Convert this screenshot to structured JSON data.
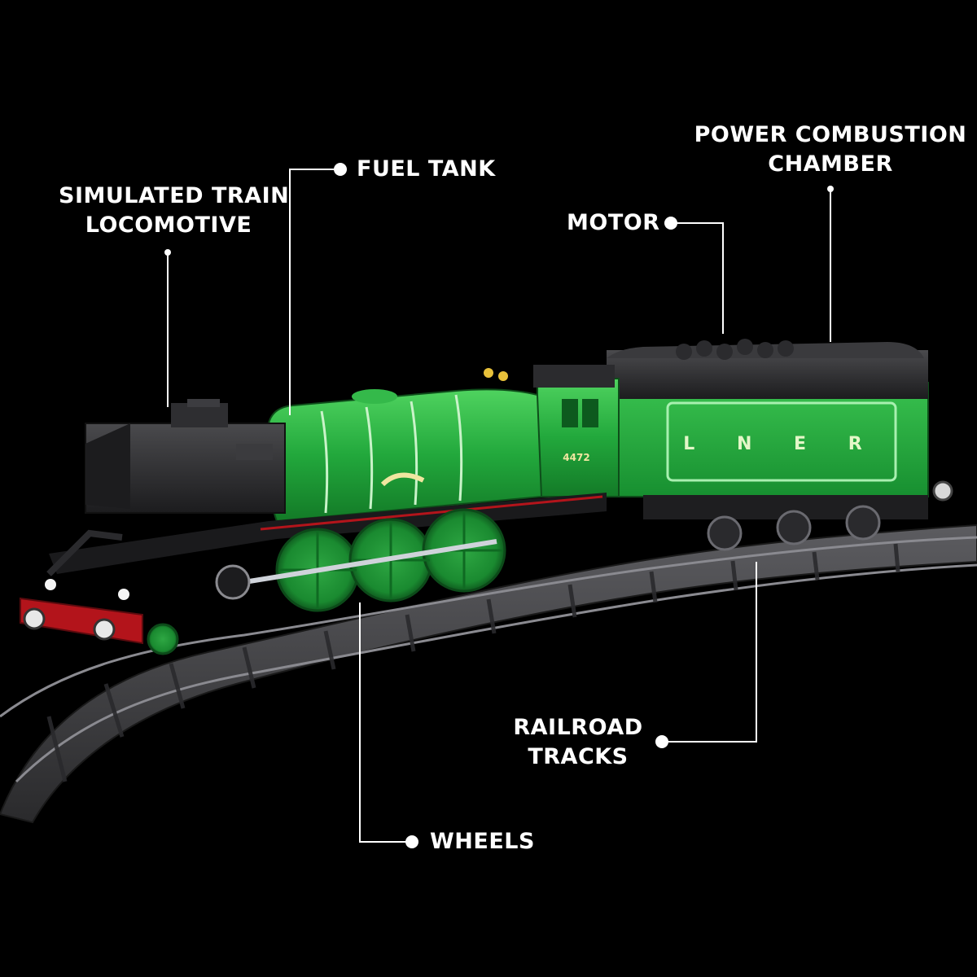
{
  "colors": {
    "background": "#000000",
    "locomotive_green": "#1fa53a",
    "tender_green": "#22a83c",
    "body_dark": "#2c2c2e",
    "buffer_red": "#b3141b",
    "track_grey": "#4a4a4c",
    "callout": "#ffffff"
  },
  "locomotive": {
    "number": "4472",
    "tender_text": "L N E R"
  },
  "callouts": {
    "simulated_locomotive": {
      "line1": "SIMULATED TRAIN",
      "line2": "LOCOMOTIVE"
    },
    "fuel_tank": {
      "line1": "FUEL TANK"
    },
    "motor": {
      "line1": "MOTOR"
    },
    "combustion_chamber": {
      "line1": "POWER COMBUSTION",
      "line2": "CHAMBER"
    },
    "railroad_tracks": {
      "line1": "RAILROAD",
      "line2": "TRACKS"
    },
    "wheels": {
      "line1": "WHEELS"
    }
  }
}
